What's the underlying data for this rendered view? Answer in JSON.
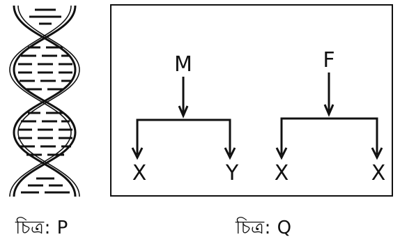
{
  "figure_p": {
    "caption": "চিত্র: P"
  },
  "figure_q": {
    "caption": "চিত্র: Q",
    "parents": [
      {
        "label": "M",
        "offspring": [
          "X",
          "Y"
        ]
      },
      {
        "label": "F",
        "offspring": [
          "X",
          "X"
        ]
      }
    ]
  }
}
